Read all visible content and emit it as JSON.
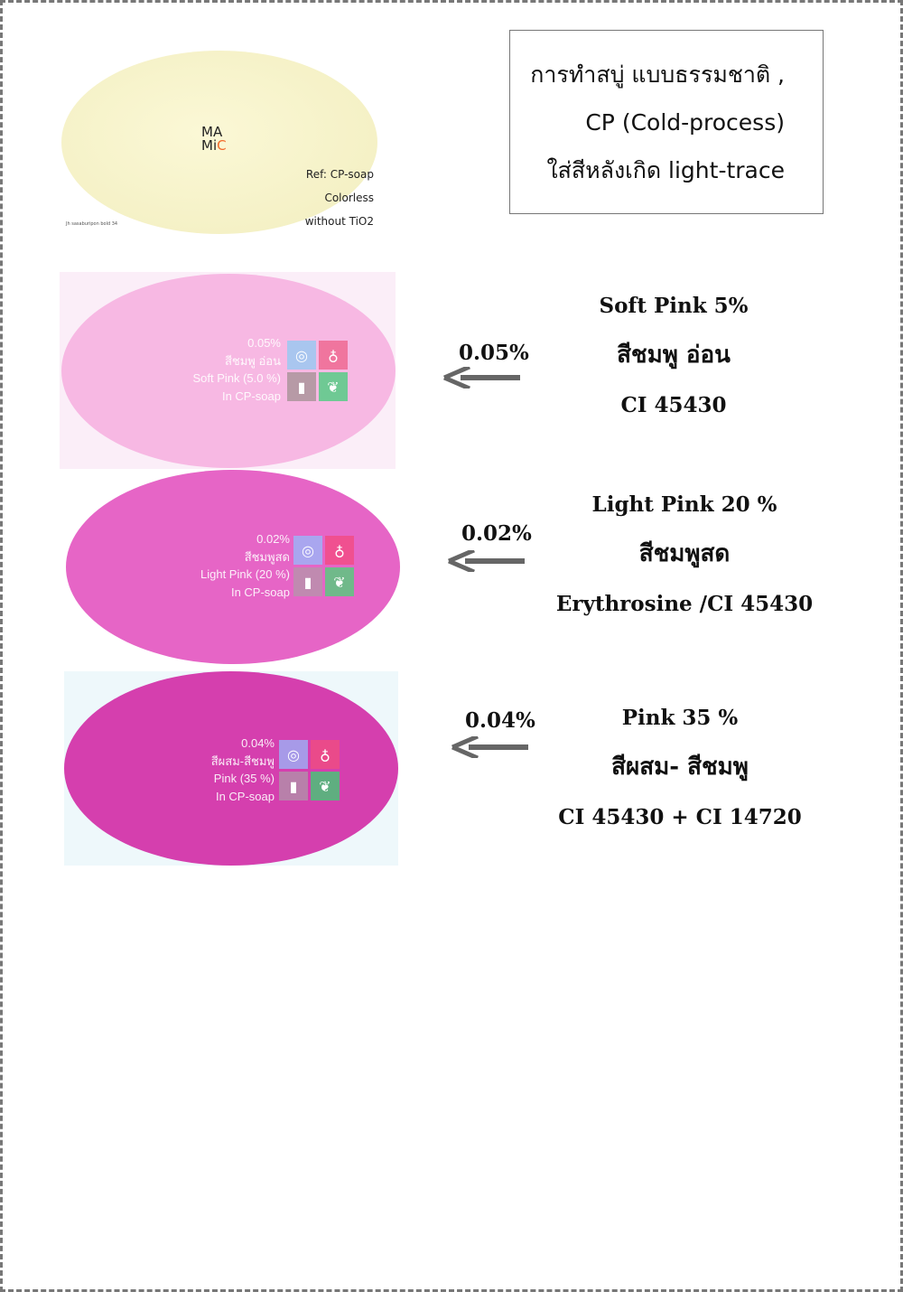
{
  "header_box": {
    "line1": "การทำสบู่ แบบธรรมชาติ ,",
    "line2": "CP (Cold-process)",
    "line3": "ใส่สีหลังเกิด light-trace"
  },
  "reference": {
    "logo": "MAMiC",
    "line1": "Ref: CP-soap",
    "line2": "Colorless",
    "line3": "without TiO2",
    "small_note": "Jh sasaburipon bold 34"
  },
  "samples": [
    {
      "percent": "0.05%",
      "label_pct": "0.05%",
      "label_thai": "สีชมพู อ่อน",
      "label_name": "Soft Pink (5.0 %)",
      "label_base": "In CP-soap",
      "name": "Soft Pink 5%",
      "thai": "สีชมพู อ่อน",
      "ci": "CI 45430",
      "color": "#f7b8e3"
    },
    {
      "percent": "0.02%",
      "label_pct": "0.02%",
      "label_thai": "สีชมพูสด",
      "label_name": "Light Pink (20 %)",
      "label_base": "In CP-soap",
      "name": "Light Pink 20 %",
      "thai": "สีชมพูสด",
      "ci": "Erythrosine /CI 45430",
      "color": "#e665c6"
    },
    {
      "percent": "0.04%",
      "label_pct": "0.04%",
      "label_thai": "สีผสม-สีชมพู",
      "label_name": "Pink (35 %)",
      "label_base": "In CP-soap",
      "name": "Pink 35 %",
      "thai": "สีผสม- สีชมพู",
      "ci": "CI 45430 + CI 14720",
      "color": "#d53fae"
    }
  ]
}
